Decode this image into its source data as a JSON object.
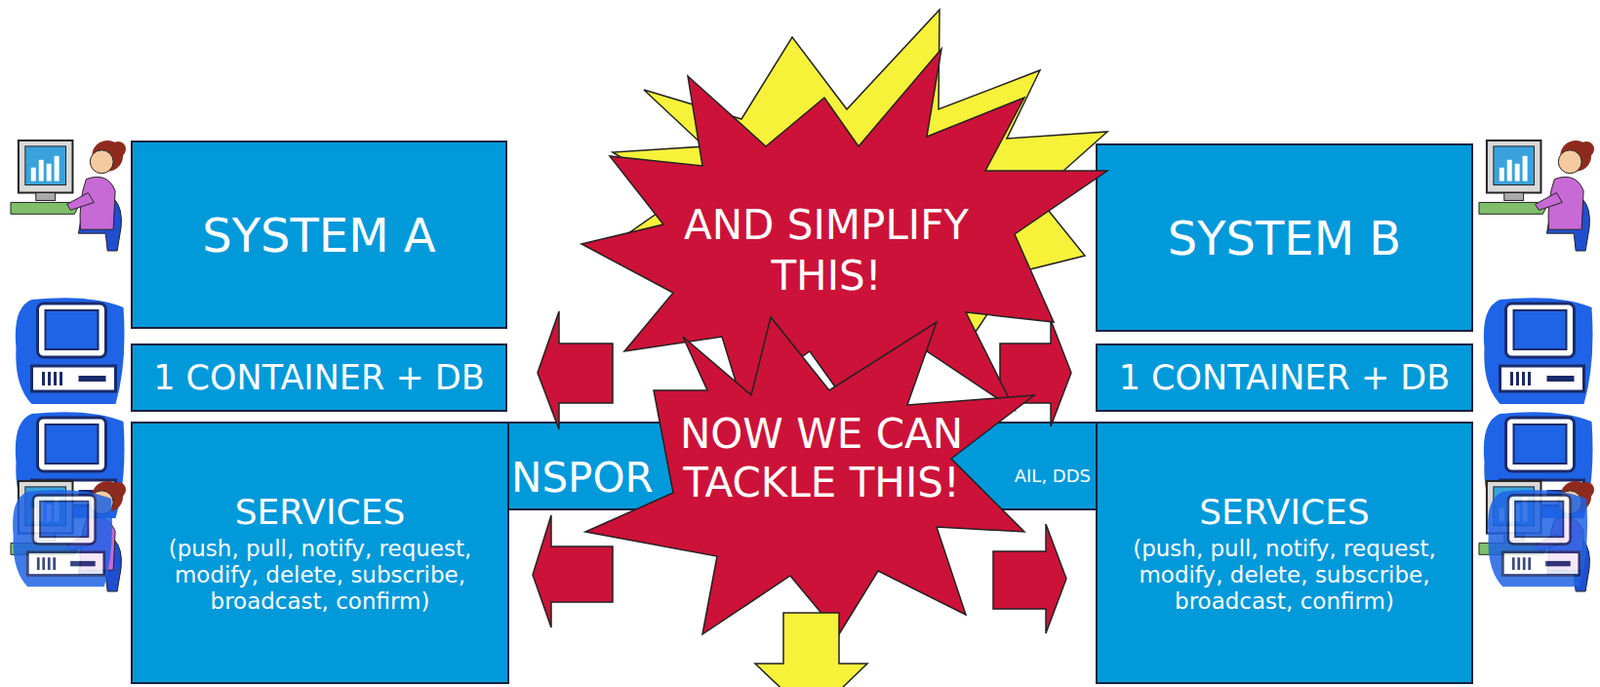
{
  "diagram": {
    "nodes": [
      {
        "text": [
          "SYSTEM A"
        ]
      },
      {
        "text": [
          "1 CONTAINER + DB"
        ]
      },
      {
        "text": [
          "SERVICES",
          "(push, pull, notify, request, modify, delete, subscribe, broadcast, confirm)"
        ]
      },
      {
        "text": [
          "NSPOR",
          "AIL, DDS"
        ]
      },
      {
        "text": [
          "SYSTEM B"
        ]
      },
      {
        "text": [
          "1 CONTAINER + DB"
        ]
      },
      {
        "text": [
          "SERVICES",
          "(push, pull, notify, request, modify, delete, subscribe, broadcast, confirm)"
        ]
      },
      {
        "text": [
          "AND SIMPLIFY THIS!"
        ]
      },
      {
        "text": [
          "NOW WE CAN TACKLE THIS!"
        ]
      }
    ]
  }
}
